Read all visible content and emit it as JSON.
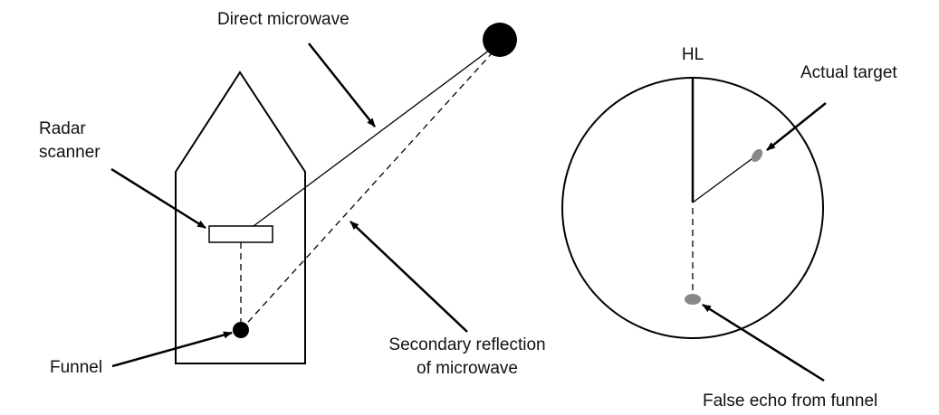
{
  "colors": {
    "line": "#000000",
    "echo": "#888888",
    "background": "#ffffff"
  },
  "labels": {
    "direct_microwave": "Direct microwave",
    "radar_scanner_line1": "Radar",
    "radar_scanner_line2": "scanner",
    "funnel": "Funnel",
    "secondary_line1": "Secondary reflection",
    "secondary_line2": "of microwave",
    "hl": "HL",
    "actual_target": "Actual target",
    "false_echo": "False echo from funnel"
  }
}
